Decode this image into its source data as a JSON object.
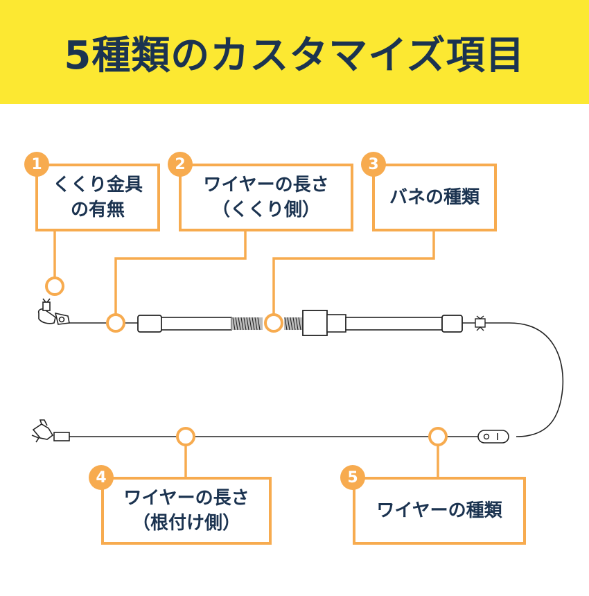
{
  "title": "5種類のカスタマイズ項目",
  "colors": {
    "header_bg": "#fce832",
    "title_text": "#1b3350",
    "accent": "#f7ab4f",
    "wire": "#222222"
  },
  "items": [
    {
      "number": "1",
      "lines": [
        "くくり金具",
        "の有無"
      ]
    },
    {
      "number": "2",
      "lines": [
        "ワイヤーの長さ",
        "（くくり側）"
      ]
    },
    {
      "number": "3",
      "lines": [
        "バネの種類"
      ]
    },
    {
      "number": "4",
      "lines": [
        "ワイヤーの長さ",
        "（根付け側）"
      ]
    },
    {
      "number": "5",
      "lines": [
        "ワイヤーの種類"
      ]
    }
  ]
}
